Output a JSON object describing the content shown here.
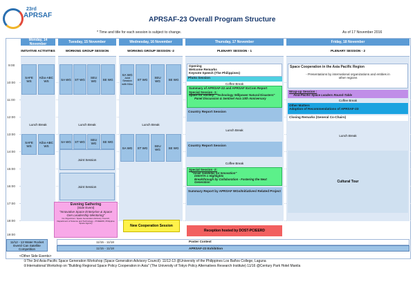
{
  "logo": {
    "number": "23rd",
    "name": "APRSAF"
  },
  "title": "APRSAF-23 Overall Program Structure",
  "note": "* Time and title for each session is subject to change.",
  "as_of": "As of 17 November 2016",
  "hours": [
    "9:00",
    "10:00",
    "11:00",
    "12:00",
    "13:00",
    "14:00",
    "15:00",
    "16:00",
    "17:00",
    "18:00",
    "19:00"
  ],
  "days": {
    "mon": {
      "date": "Monday, 14 November",
      "session": "INITIATIVE ACTIVITIES",
      "safe": "SAFE WS",
      "kibo": "Kibo-ABC WS",
      "lunch": "Lunch Break",
      "safe2": "SAFE WS",
      "kibo2": "Kibo-ABC WS"
    },
    "tue": {
      "date": "Tuesday, 15 November",
      "session": "WORKING GROUP SESSION",
      "wgs": [
        "SA WG",
        "ST WG",
        "SEU WG",
        "SE WG"
      ],
      "lunch": "Lunch Break",
      "wgs2": [
        "SA WG",
        "ST WG",
        "SEU WG",
        "SE WG"
      ],
      "joint": "Joint Session",
      "joint2": "Joint Session",
      "evening_title": "Evening Gathering",
      "evening_sub": "(Side Event)",
      "evening_text": "\"Innovative Space Enterprise & Space Gen Leadership Mentoring\"",
      "evening_small": "Co-Organizers: Space Generation Advisory Council, Department of Science and Technology - PCIEERD, Philippine Space Agency"
    },
    "wed": {
      "date": "Wednesday, 16 November",
      "session": "WORKING GROUP SESSION -2",
      "wgs": [
        "SA WG",
        "ST WG",
        "SEU WG",
        "SE WG"
      ],
      "sa_extra": "Joint Session with Kibo",
      "lunch": "Lunch Break",
      "new_coop": "New Cooperation Session"
    },
    "thu": {
      "date": "Thursday, 17 November",
      "session": "PLENARY SESSION - 1",
      "opening": [
        "Opening",
        "Welcome Remarks",
        "Keynote Speech (The Philippines)"
      ],
      "photo": "Photo Session",
      "coffee1": "Coffee Break",
      "summary": "Summary of APRSAF-22 and APRSAF ExCom Report",
      "special1": "Special Session -1:",
      "special1_a": "Space for Society: \"Technology Willpower Natural Disasters\"",
      "special1_b": "Panel Discussion & Sentinel Asia 10th Anniversary",
      "country1": "Country Report Session",
      "lunch": "Lunch Break",
      "country2": "Country Report Session",
      "coffee2": "Coffee Break",
      "special2": "Special Session -2:",
      "special2_a": "\"Small Satellites for Innovation\"",
      "special2_b": "DIWATA-1 Highlights",
      "special2_c": "Breakthrough by Collaboration - Fostering the Next Generation",
      "summary_wg": "Summary Report by APRSAF WGs/Initiatives/ Related Project",
      "reception": "Reception hosted by DOST-PCIEERD"
    },
    "fri": {
      "date": "Friday, 18 November",
      "session": "PLENARY SESSION - 2",
      "coop_title": "Space Cooperation in the Asia Pacific Region",
      "coop_text": "- Presentations by international organizations and entities in other regions",
      "wrap": "Wrap-up Session :",
      "wrap_sub": "Asia-Pacific Space Leaders Round-Table",
      "coffee": "Coffee Break",
      "other": "Other Matters",
      "adopt": "Adoption of Recommendations of APRSAF-23",
      "closing": "Closing Remarks (General Co-Chairs)",
      "lunch": "Lunch Break",
      "tour": "Cultural Tour"
    }
  },
  "bottom": {
    "water": "11/12 - 13 Water Rocket Event/ Can Satellite Competition",
    "poster_dates": "11/15 - 11/18",
    "poster": "Poster Contest",
    "exhibit_dates": "11/15 - 11/18",
    "exhibit": "APRSAF-23 Exhibition"
  },
  "footer": {
    "heading": "<Other Side Events>",
    "line1": "①The 3rd Asia-Pacific Space Generation Workshop (Space Generation Advisory Council): 11/12-13 @University of the Philippines Los Baños College, Laguna",
    "line2": "②International Workshop on \"Building Regional Space Policy Cooperation in Asia\" (The University of Tokyo Policy Alternatives Research Institute) 11/16 @Century Park Hotel Manila"
  }
}
